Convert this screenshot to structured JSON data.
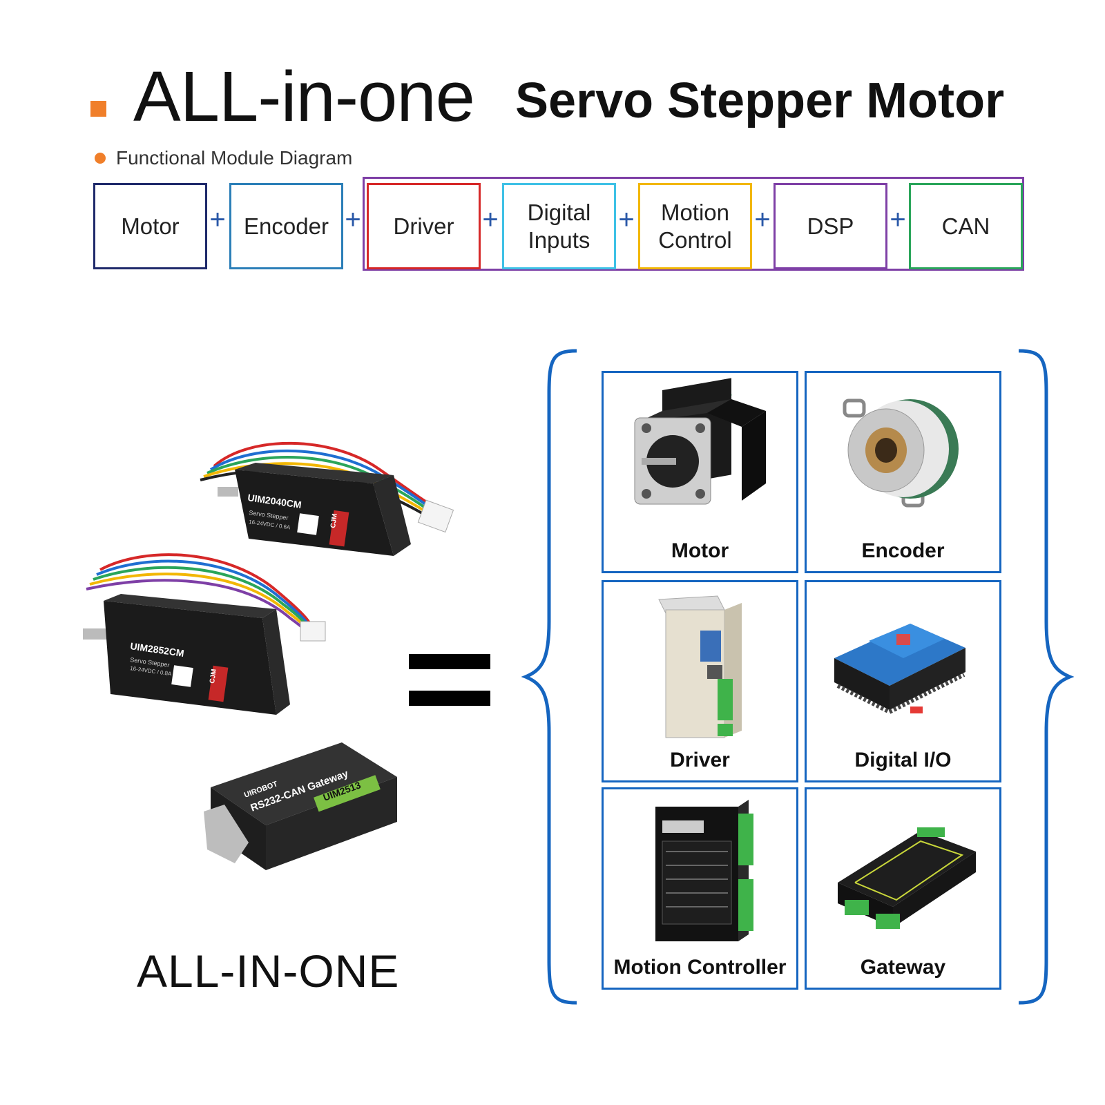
{
  "title": {
    "main": "ALL-in-one",
    "secondary": "Servo Stepper Motor"
  },
  "subtitle": "Functional Module Diagram",
  "modules": [
    {
      "label": "Motor",
      "color": "#1f2a6b"
    },
    {
      "label": "Encoder",
      "color": "#2c7fb8"
    },
    {
      "label": "Driver",
      "color": "#d62828"
    },
    {
      "label": "Digital Inputs",
      "color": "#3ec1e6"
    },
    {
      "label": "Motion Control",
      "color": "#f2b705"
    },
    {
      "label": "DSP",
      "color": "#7e3fa6"
    },
    {
      "label": "CAN",
      "color": "#2aa55a"
    }
  ],
  "plus_sign": "+",
  "group_border_color": "#7e3fa6",
  "products": {
    "motor1": {
      "model": "UIM2040CM",
      "line1": "Servo Stepper",
      "line2": "16-24VDC / 0.6A",
      "logo": "CJM"
    },
    "motor2": {
      "model": "UIM2852CM",
      "line1": "Servo Stepper",
      "line2": "16-24VDC / 0.8A",
      "logo": "CJM"
    },
    "gateway": {
      "brand": "UIROBOT",
      "name": "RS232-CAN Gateway",
      "model": "UIM2513"
    }
  },
  "bottom_label": "ALL-IN-ONE",
  "components": [
    {
      "label": "Motor",
      "icon": "stepper-motor-icon"
    },
    {
      "label": "Encoder",
      "icon": "encoder-icon"
    },
    {
      "label": "Driver",
      "icon": "driver-icon"
    },
    {
      "label": "Digital I/O",
      "icon": "digital-io-icon"
    },
    {
      "label": "Motion Controller",
      "icon": "motion-controller-icon"
    },
    {
      "label": "Gateway",
      "icon": "gateway-icon"
    }
  ],
  "accent_orange": "#f07f2a",
  "brace_color": "#1565c0"
}
